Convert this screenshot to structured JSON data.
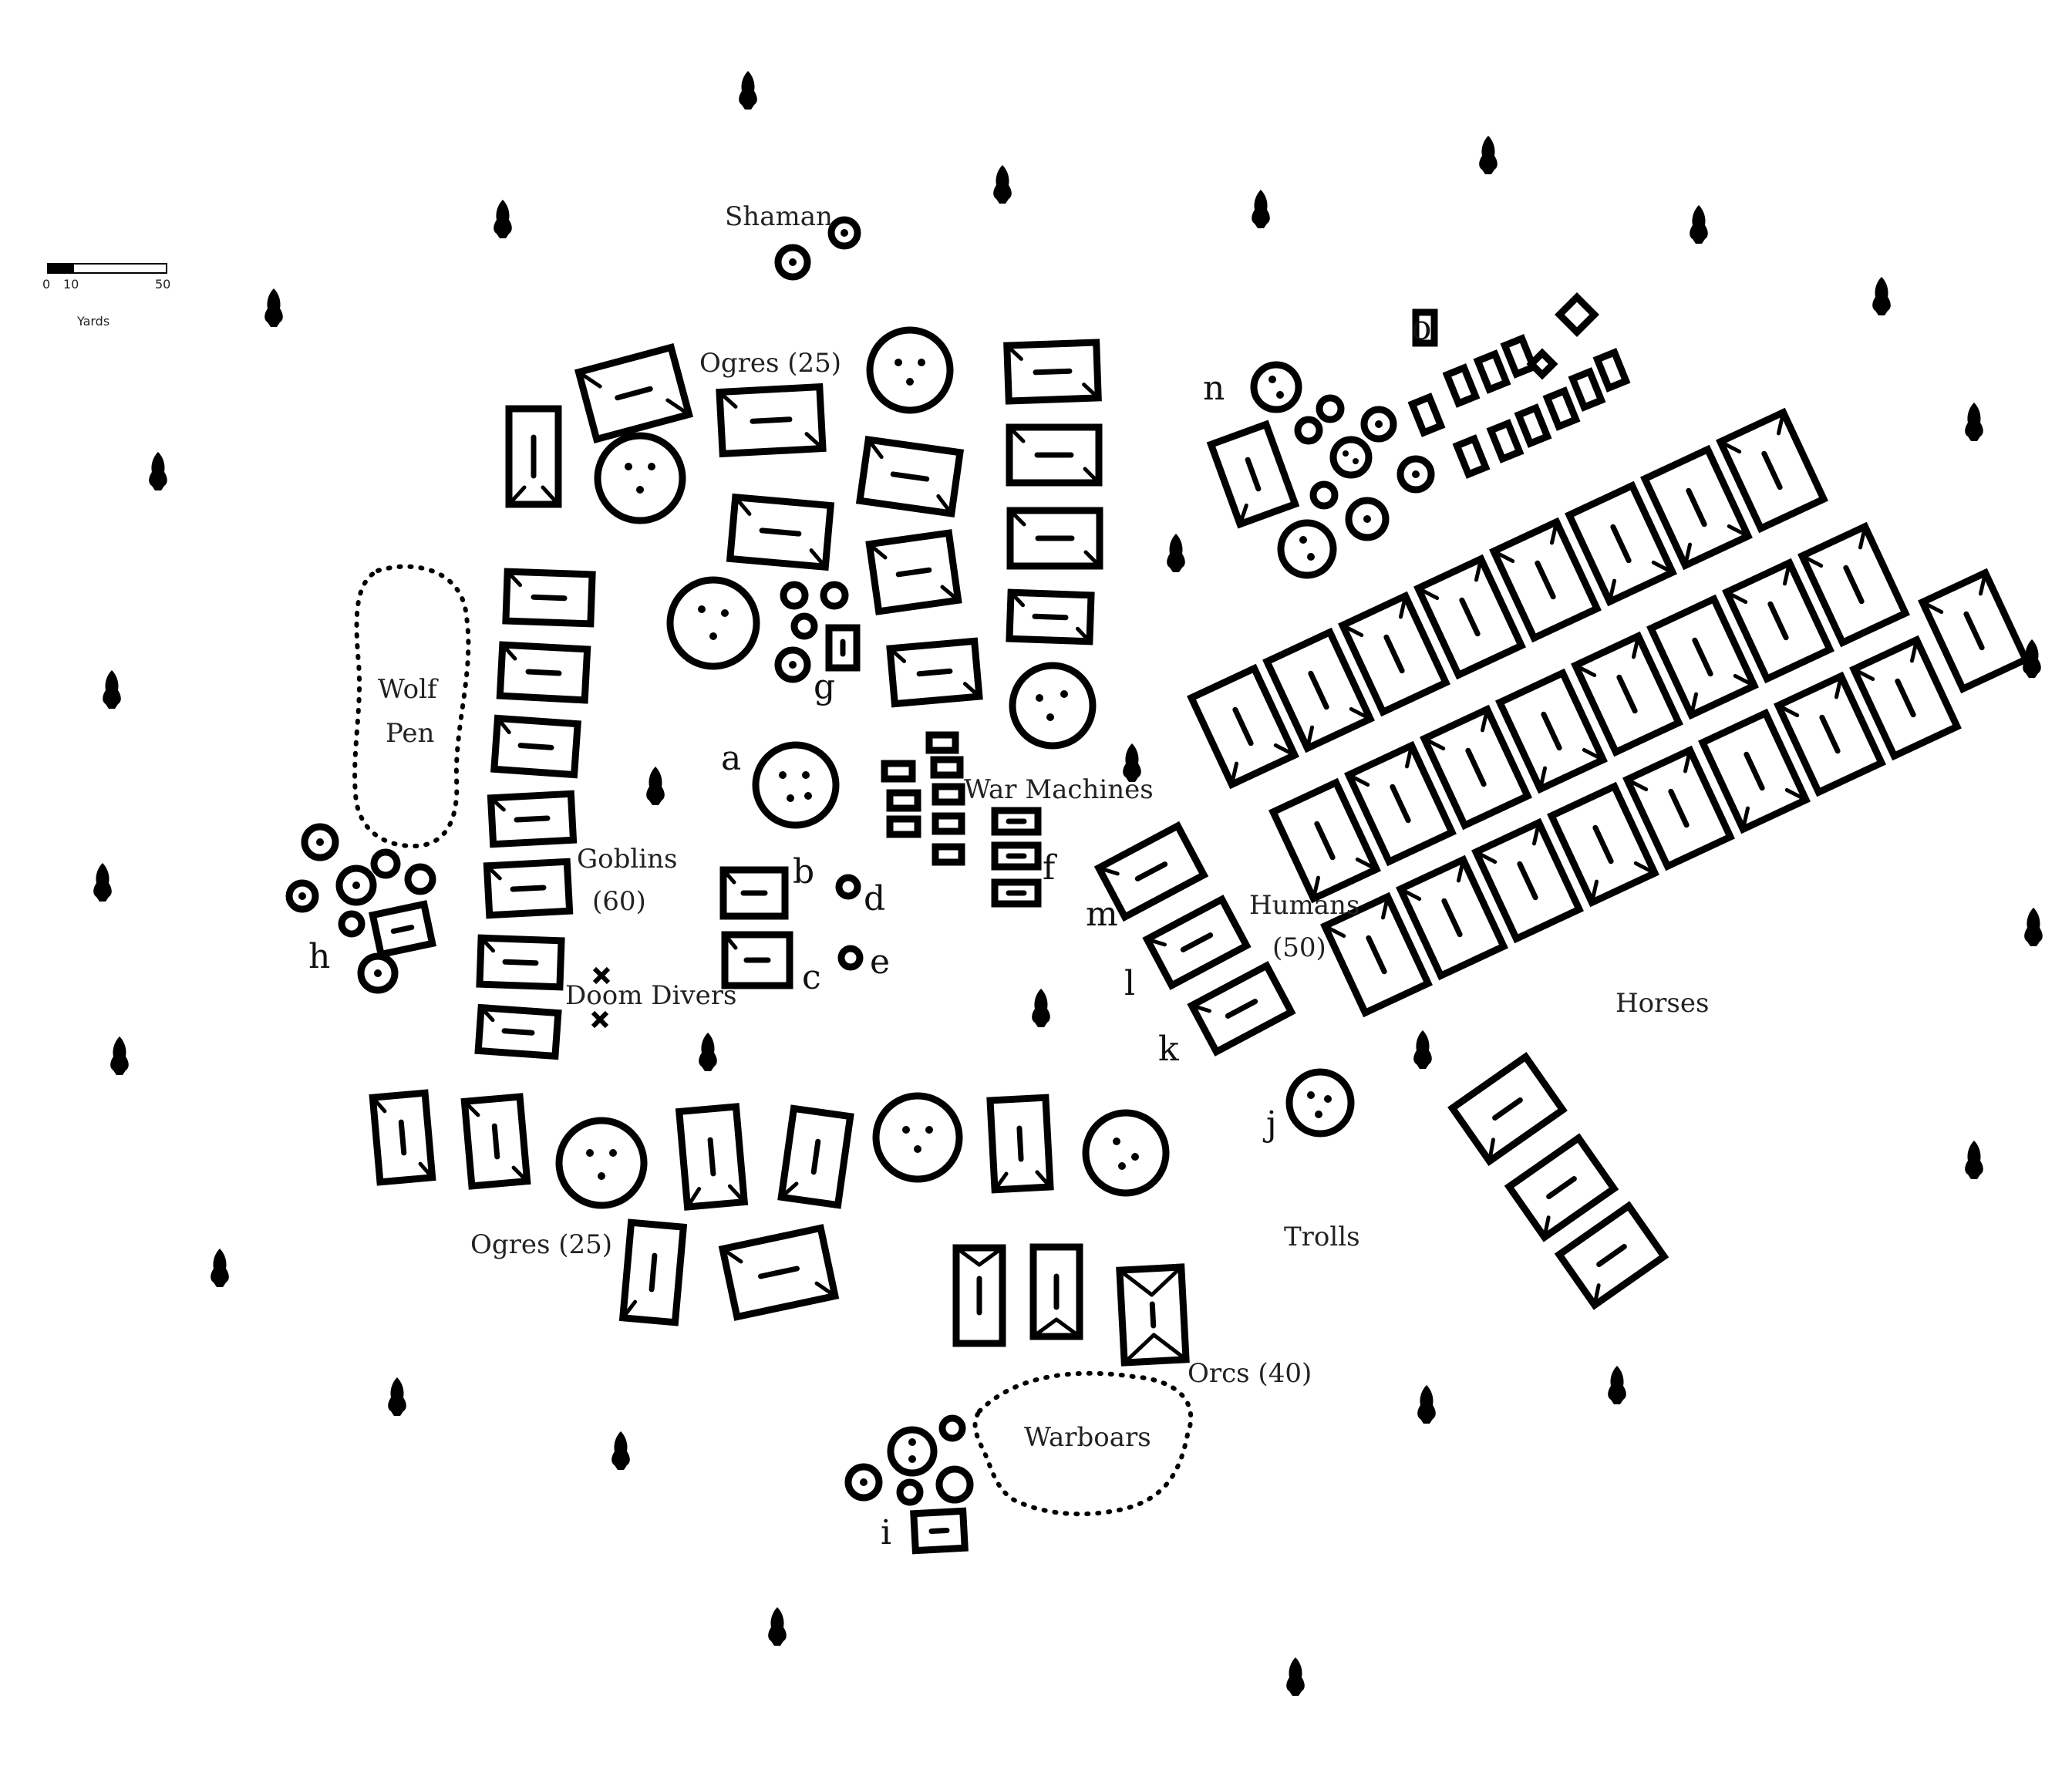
{
  "scale": {
    "ticks": [
      "0",
      "10",
      "50"
    ],
    "unit": "Yards"
  },
  "labels": {
    "shaman": "Shaman",
    "ogres_top": "Ogres (25)",
    "ogres_bottom": "Ogres (25)",
    "wolf_pen_line1": "Wolf",
    "wolf_pen_line2": "Pen",
    "goblins_line1": "Goblins",
    "goblins_line2": "(60)",
    "doom_divers": "Doom Divers",
    "war_machines": "War Machines",
    "humans_line1": "Humans",
    "humans_line2": "(50)",
    "horses": "Horses",
    "trolls": "Trolls",
    "orcs": "Orcs (40)",
    "warboars": "Warboars"
  },
  "markers": {
    "a": "a",
    "b": "b",
    "c": "c",
    "d": "d",
    "e": "e",
    "f": "f",
    "g": "g",
    "h": "h",
    "i": "i",
    "j": "j",
    "k": "k",
    "l": "l",
    "m": "m",
    "n": "n",
    "o": "o"
  },
  "colors": {
    "ink": "#000000",
    "paper": "#ffffff"
  }
}
